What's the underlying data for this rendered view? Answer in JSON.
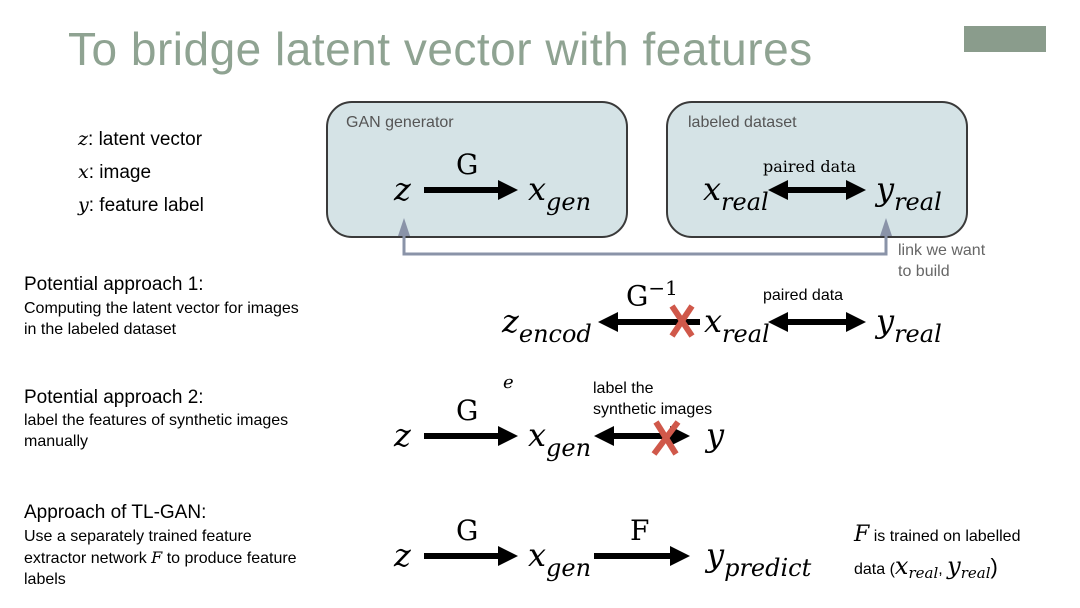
{
  "title": "To bridge latent vector with features",
  "accent_color": "#8a9c8c",
  "legend": [
    {
      "symbol": "z",
      "text": ": latent vector"
    },
    {
      "symbol": "x",
      "text": ": image"
    },
    {
      "symbol": "y",
      "text": ": feature label"
    }
  ],
  "gan_box": {
    "label": "GAN generator",
    "op": "G",
    "from": "z",
    "to": "x",
    "to_sub": "gen"
  },
  "dataset_box": {
    "label": "labeled dataset",
    "arrow_label": "paired data",
    "left": "x",
    "left_sub": "real",
    "right": "y",
    "right_sub": "real"
  },
  "link": {
    "text_line1": "link we want",
    "text_line2": "to build"
  },
  "approach1": {
    "heading": "Potential approach 1:",
    "desc_line1": "Computing the latent vector for images",
    "desc_line2": "in the labeled dataset",
    "op": "G",
    "op_sup": "−1",
    "left": "z",
    "left_sub": "encod",
    "mid": "x",
    "mid_sub": "real",
    "arrow_label": "paired data",
    "right": "y",
    "right_sub": "real"
  },
  "approach2": {
    "heading": "Potential approach 2:",
    "desc_line1": "label the features of synthetic images",
    "desc_line2": "manually",
    "stray": "e",
    "op": "G",
    "left": "z",
    "mid": "x",
    "mid_sub": "gen",
    "arrow_label_line1": "label the",
    "arrow_label_line2": "synthetic images",
    "right": "y"
  },
  "tlgan": {
    "heading": "Approach of TL-GAN:",
    "desc_line1": "Use a separately trained feature",
    "desc_line2_pre": "extractor network ",
    "desc_line2_sym": "F",
    "desc_line2_post": " to produce feature",
    "desc_line3": "labels",
    "op1": "G",
    "op2": "F",
    "left": "z",
    "mid": "x",
    "mid_sub": "gen",
    "right": "y",
    "right_sub": "predict",
    "note_sym": "F",
    "note_line1": " is trained on labelled",
    "note_line2_pre": "data (",
    "note_x": "x",
    "note_x_sub": "real",
    "note_comma": ", ",
    "note_y": "y",
    "note_y_sub": "real",
    "note_close": ")"
  },
  "colors": {
    "box_fill": "#d5e3e6",
    "link_line": "#8a93a8",
    "cross": "#d0584a"
  }
}
